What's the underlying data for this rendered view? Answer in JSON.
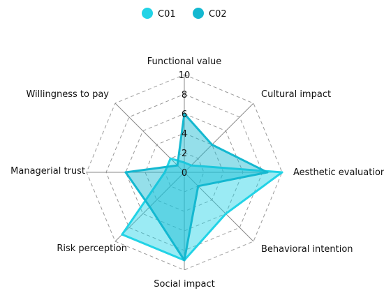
{
  "chart_data": {
    "type": "radar",
    "axes": [
      "Functional value",
      "Cultural impact",
      "Aesthetic evaluation",
      "Behavioral intention",
      "Social impact",
      "Risk perception",
      "Managerial trust",
      "Willingness to pay"
    ],
    "r_range": [
      0,
      10
    ],
    "r_ticks": [
      0,
      2,
      4,
      6,
      8,
      10
    ],
    "grid": true,
    "legend_position": "top-center",
    "series": [
      {
        "name": "C01",
        "values": [
          1,
          1,
          10,
          6,
          9,
          9,
          2,
          2
        ],
        "color": "#22D3E6"
      },
      {
        "name": "C02",
        "values": [
          6,
          4,
          8.5,
          2,
          9,
          5,
          6,
          1
        ],
        "color": "#14B8D0"
      }
    ]
  }
}
